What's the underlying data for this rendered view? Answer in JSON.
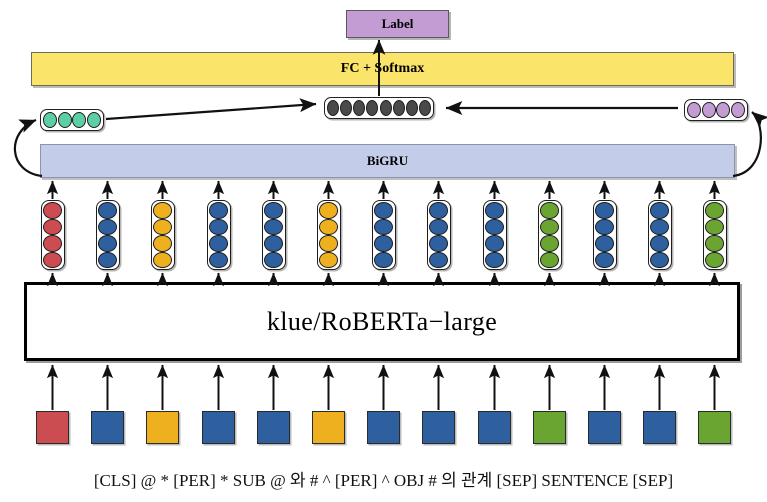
{
  "diagram": {
    "title_label": "Label",
    "classifier_label": "FC + Softmax",
    "encoder_label": "klue/RoBERTa−large",
    "rnn_label": "BiGRU",
    "caption": "[CLS] @ * [PER] * SUB @ 와 # ^ [PER] ^ OBJ # 의 관계 [SEP] SENTENCE [SEP]",
    "colors": {
      "label_box": "#c49cd4",
      "fc_box": "#fbe46a",
      "bigru_box": "#c3cde9",
      "encoder_box": "#ffffff",
      "forward_state": "#5ccfa5",
      "backward_state": "#c49cd4",
      "pooled_state": "#4a4a4a",
      "token_red": "#cc4d51",
      "token_blue": "#2e5f9e",
      "token_yellow": "#efb020",
      "token_green": "#6aa532",
      "arrow": "#111111"
    }
  },
  "states": {
    "forward": {
      "name": "forward-hidden-state",
      "count": 4,
      "color": "#5ccfa5"
    },
    "pooled": {
      "name": "pooled-hidden-state",
      "count": 8,
      "color": "#4a4a4a"
    },
    "backward": {
      "name": "backward-hidden-state",
      "count": 4,
      "color": "#c49cd4"
    }
  },
  "tokens": [
    {
      "index": 0,
      "name": "token-cls",
      "color": "#cc4d51",
      "text": "[CLS]"
    },
    {
      "index": 1,
      "name": "token-at1",
      "color": "#2e5f9e",
      "text": "@ *"
    },
    {
      "index": 2,
      "name": "token-per1",
      "color": "#efb020",
      "text": "[PER]"
    },
    {
      "index": 3,
      "name": "token-sub",
      "color": "#2e5f9e",
      "text": "* SUB @"
    },
    {
      "index": 4,
      "name": "token-wa",
      "color": "#2e5f9e",
      "text": "와 #"
    },
    {
      "index": 5,
      "name": "token-per2",
      "color": "#efb020",
      "text": "^ [PER]"
    },
    {
      "index": 6,
      "name": "token-obj",
      "color": "#2e5f9e",
      "text": "^ OBJ #"
    },
    {
      "index": 7,
      "name": "token-ui",
      "color": "#2e5f9e",
      "text": "의"
    },
    {
      "index": 8,
      "name": "token-rel",
      "color": "#2e5f9e",
      "text": "관계"
    },
    {
      "index": 9,
      "name": "token-sep1",
      "color": "#6aa532",
      "text": "[SEP]"
    },
    {
      "index": 10,
      "name": "token-sent1",
      "color": "#2e5f9e",
      "text": "SENTENCE"
    },
    {
      "index": 11,
      "name": "token-sent2",
      "color": "#2e5f9e",
      "text": "SENTENCE"
    },
    {
      "index": 12,
      "name": "token-sep2",
      "color": "#6aa532",
      "text": "[SEP]"
    }
  ]
}
